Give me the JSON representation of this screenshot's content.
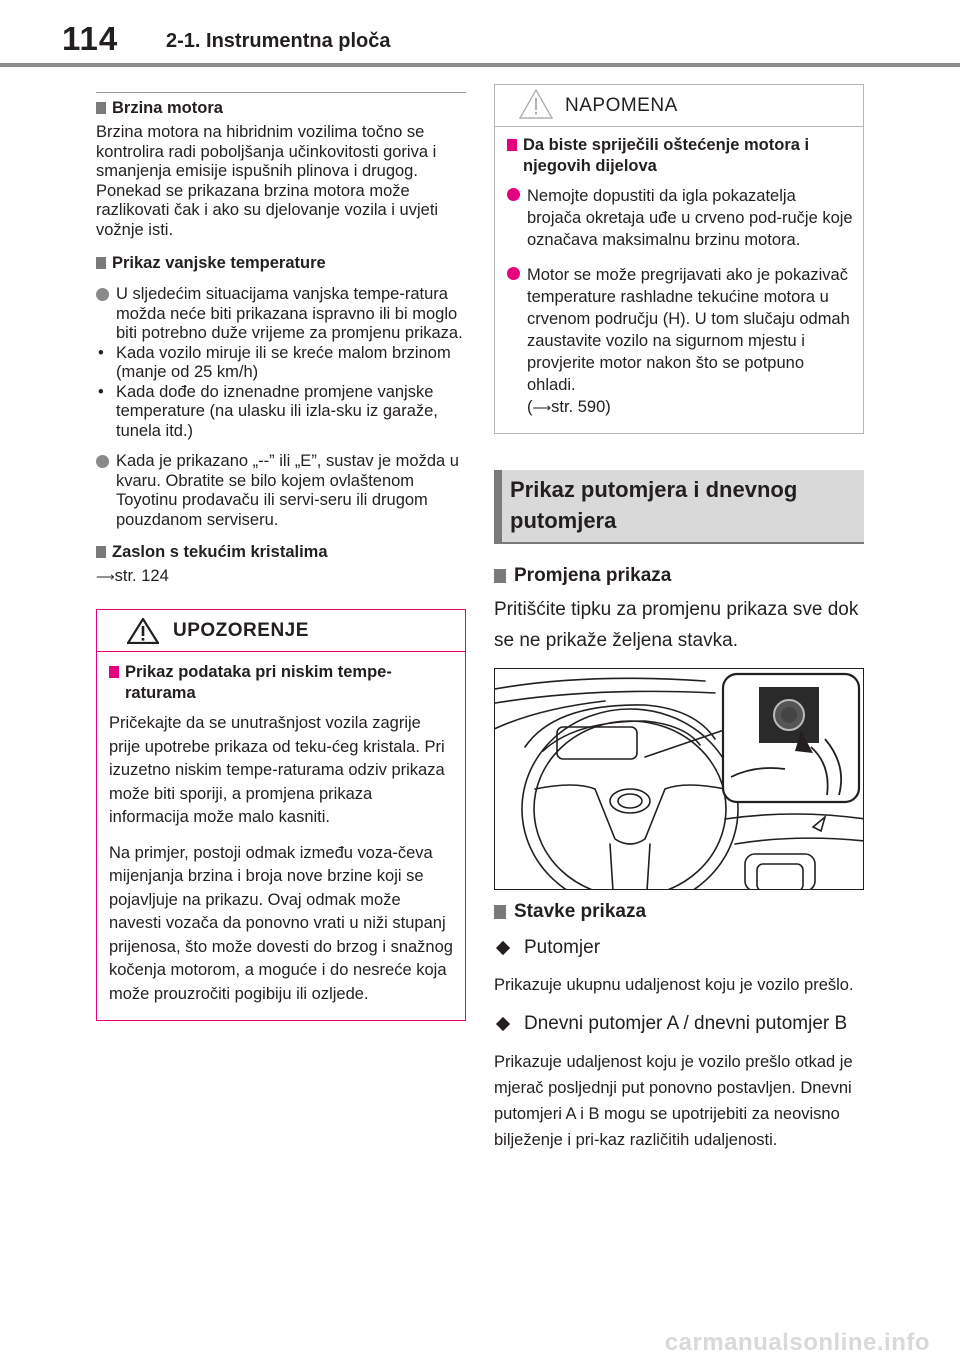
{
  "header": {
    "page_number": "114",
    "section": "2-1. Instrumentna ploča"
  },
  "left": {
    "engine_speed": {
      "title": "Brzina motora",
      "text": "Brzina motora na hibridnim vozilima točno se kontrolira radi poboljšanja učinkovitosti goriva i smanjenja emisije ispušnih plinova i drugog.",
      "text2": "Ponekad se prikazana brzina motora može razlikovati čak i ako su djelovanje vozila i uvjeti vožnje isti."
    },
    "outside_temp": {
      "title": "Prikaz vanjske temperature",
      "bullet1": "U sljedećim situacijama vanjska tempe-ratura možda neće biti prikazana ispravno ili bi moglo biti potrebno duže vrijeme za promjenu prikaza.",
      "sub1": "Kada vozilo miruje ili se kreće malom brzinom (manje od 25 km/h)",
      "sub2": "Kada dođe do iznenadne promjene vanjske temperature (na ulasku ili izla-sku iz garaže, tunela itd.)",
      "sub_marker": "•",
      "bullet2": "Kada je prikazano „--” ili „E”, sustav je možda u kvaru. Obratite se bilo kojem ovlaštenom Toyotinu prodavaču ili servi-seru ili drugom pouzdanom serviseru."
    },
    "lcd": {
      "title": "Zaslon s tekućim kristalima",
      "ref": "str. 124"
    },
    "warning": {
      "label": "UPOZORENJE",
      "subtitle": "Prikaz podataka pri niskim tempe-raturama",
      "p1": "Pričekajte da se unutrašnjost vozila zagrije prije upotrebe prikaza od teku-ćeg kristala. Pri izuzetno niskim tempe-raturama odziv prikaza može biti sporiji, a promjena prikaza informacija može malo kasniti.",
      "p2": "Na primjer, postoji odmak između voza-čeva mijenjanja brzina i broja nove brzine koji se pojavljuje na prikazu. Ovaj odmak može navesti vozača da ponovno vrati u niži stupanj prijenosa, što može dovesti do brzog i snažnog kočenja motorom, a moguće i do nesreće koja može prouzročiti pogibiju ili ozljede."
    }
  },
  "right": {
    "notice": {
      "label": "NAPOMENA",
      "subtitle": "Da biste spriječili oštećenje motora i njegovih dijelova",
      "b1": "Nemojte dopustiti da igla pokazatelja brojača okretaja uđe u crveno pod-ručje koje označava maksimalnu brzinu motora.",
      "b2": "Motor se može pregrijavati ako je pokazivač temperature rashladne tekućine motora u crvenom području (H). U tom slučaju odmah zaustavite vozilo na sigurnom mjestu i provjerite motor nakon što se potpuno ohladi.",
      "b2_ref": "str. 590"
    },
    "band_title": "Prikaz putomjera i dnevnog putomjera",
    "change": {
      "title": "Promjena prikaza",
      "text": "Pritišćite tipku za promjenu prikaza sve dok se ne prikaže željena stavka."
    },
    "items": {
      "title": "Stavke prikaza",
      "odo_label": "Putomjer",
      "odo_text": "Prikazuje ukupnu udaljenost koju je vozilo prešlo.",
      "trip_label": "Dnevni putomjer A / dnevni putomjer B",
      "trip_text": "Prikazuje udaljenost koju je vozilo prešlo otkad je mjerač posljednji put ponovno postavljen. Dnevni putomjeri A i B mogu se upotrijebiti za neovisno bilježenje i pri-kaz različitih udaljenosti."
    }
  },
  "footer": {
    "watermark": "carmanualsonline.info"
  }
}
